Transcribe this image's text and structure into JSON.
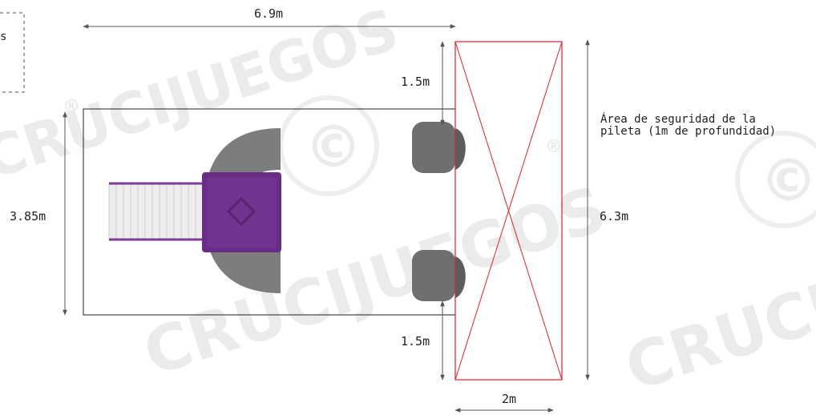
{
  "colors": {
    "dimension_line": "#555555",
    "safety_zone": "#e0202a",
    "slide_tube": "#8a8a8a",
    "platform": "#6a2d86",
    "steps": "#e6e6e6",
    "watermark": "#ececec"
  },
  "dimensions": {
    "total_length": "6.9m",
    "structure_width": "3.85m",
    "safety_height": "6.3m",
    "safety_width": "2m",
    "top_margin": "1.5m",
    "bottom_margin": "1.5m"
  },
  "labels": {
    "safety_area_line1": "Área de seguridad de la",
    "safety_area_line2": "pileta (1m de profundidad)",
    "partial_left_text": "s"
  },
  "watermark": {
    "brand": "CRUCIJUEGOS",
    "registered": "®",
    "seal": "©"
  }
}
